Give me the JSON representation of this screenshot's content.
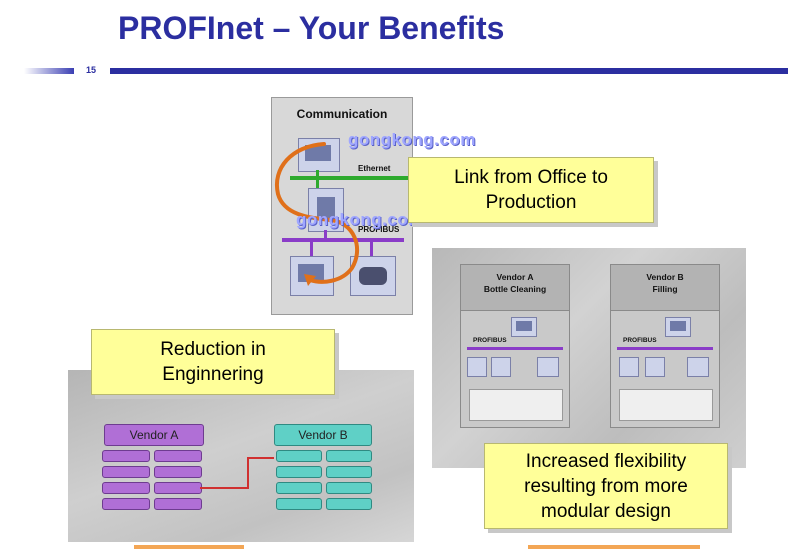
{
  "slide": {
    "title": "PROFInet – Your Benefits",
    "number": "15"
  },
  "communication": {
    "title": "Communication",
    "ethernet_label": "Ethernet",
    "profibus_label": "PROFIBUS",
    "watermark_1": "gongkong.com",
    "watermark_2": "gongkong.com"
  },
  "callouts": {
    "office_to_production": [
      "Link from Office to",
      "Production"
    ],
    "reduction": [
      "Reduction in",
      "Enginnering"
    ],
    "flexibility": [
      "Increased flexibility",
      "resulting from more",
      "modular design"
    ]
  },
  "vendors_right": {
    "vendor_a": [
      "Vendor A",
      "Bottle Cleaning"
    ],
    "vendor_b": [
      "Vendor B",
      "Filling"
    ],
    "profibus_a": "PROFIBUS",
    "profibus_b": "PROFIBUS"
  },
  "vendors_left": {
    "vendor_a": "Vendor A",
    "vendor_b": "Vendor B"
  },
  "colors": {
    "title": "#2b2ea0",
    "callout": "#ffff99",
    "ethernet": "#2eaa2e",
    "profibus": "#8a3cc8",
    "arrow": "#e0701a",
    "vendor_a_block": "#b06fd6",
    "vendor_b_block": "#5fd0c6"
  }
}
